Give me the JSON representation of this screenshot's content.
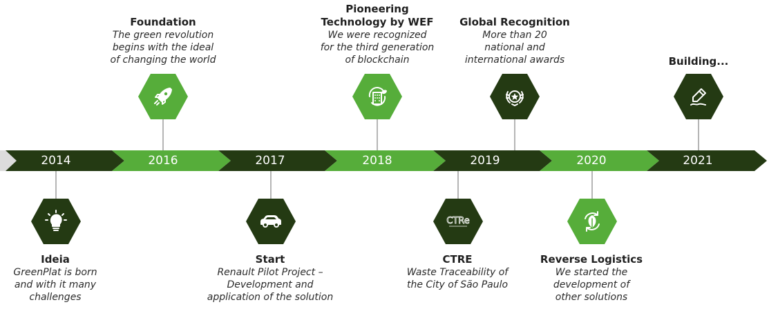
{
  "colors": {
    "dark": "#243a13",
    "light": "#56ad3a",
    "connector": "#b5b5b5"
  },
  "years": [
    {
      "label": "2014",
      "tone": "dark"
    },
    {
      "label": "2016",
      "tone": "light"
    },
    {
      "label": "2017",
      "tone": "dark"
    },
    {
      "label": "2018",
      "tone": "light"
    },
    {
      "label": "2019",
      "tone": "dark"
    },
    {
      "label": "2020",
      "tone": "light"
    },
    {
      "label": "2021",
      "tone": "dark"
    }
  ],
  "events": {
    "ideia": {
      "title": "Ideia",
      "desc": [
        "GreenPlat is born",
        "and with it many",
        "challenges"
      ],
      "icon": "lightbulb-icon",
      "tone": "dark"
    },
    "foundation": {
      "title": "Foundation",
      "desc": [
        "The green revolution",
        "begins with the ideal",
        "of changing the world"
      ],
      "icon": "rocket-icon",
      "tone": "light"
    },
    "start": {
      "title": "Start",
      "desc": [
        "Renault Pilot Project –",
        "Development and",
        "application of the solution"
      ],
      "icon": "car-icon",
      "tone": "dark"
    },
    "wef": {
      "title": [
        "Pioneering",
        "Technology by WEF"
      ],
      "desc": [
        "We were recognized",
        "for the third generation",
        "of blockchain"
      ],
      "icon": "green-building-icon",
      "tone": "light"
    },
    "ctre": {
      "title": "CTRE",
      "desc": [
        "Waste Traceability of",
        "the City of São Paulo"
      ],
      "icon": "ctre-logo-icon",
      "logo_text": "CTRe",
      "tone": "dark"
    },
    "global": {
      "title": "Global Recognition",
      "desc": [
        "More than 20",
        "national and",
        "international awards"
      ],
      "icon": "award-wreath-icon",
      "tone": "dark"
    },
    "reverse": {
      "title": "Reverse Logistics",
      "desc": [
        "We started the",
        "development of",
        "other solutions"
      ],
      "icon": "recycle-leaf-icon",
      "tone": "light"
    },
    "building": {
      "title": "Building...",
      "desc": [],
      "icon": "pencil-icon",
      "tone": "dark"
    }
  }
}
